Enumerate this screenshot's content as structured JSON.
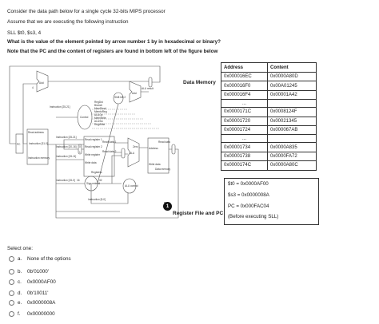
{
  "question": {
    "line1": "Consider the data path below for a single cycle 32-bits MIPS processor",
    "line2": "Assume that we are executing the following instruction",
    "line3": "SLL $t0, $s3, 4",
    "line4": "What is the value of the element pointed by arrow number 1 by in hexadecimal or binary?",
    "line5": "Note that the PC and the content of registers are found in bottom left of the figure below"
  },
  "labels": {
    "data_memory": "Data Memory",
    "register_file_pc": "Register File and PC",
    "arrow_number": "1"
  },
  "memory_table": {
    "headers": [
      "Address",
      "Content"
    ],
    "rows": [
      [
        "0x000016EC",
        "0x0000A80D"
      ],
      [
        "0x000016F0",
        "0x00A01245"
      ],
      [
        "0x000016F4",
        "0x00001A42"
      ],
      [
        "...",
        ""
      ],
      [
        "0x0000171C",
        "0x0008124F"
      ],
      [
        "0x00001720",
        "0x00021345"
      ],
      [
        "0x00001724",
        "0x000067AB"
      ],
      [
        "...",
        ""
      ],
      [
        "0x00001734",
        "0x0000A835"
      ],
      [
        "0x00001738",
        "0x0000FA72"
      ],
      [
        "0x0000174C",
        "0x0000A80C"
      ]
    ]
  },
  "registers": {
    "t0": "$t0 = 0x0000AF00",
    "s3": "$s3 = 0x0000008A",
    "pc": "PC = 0x000FAC04",
    "note": "(Before executing SLL)"
  },
  "diagram_text": {
    "pc": "PC",
    "add1": "Add",
    "add2": "Add",
    "alu_result": "ALU result",
    "shift": "Shift left 2",
    "read_address": "Read address",
    "instruction": "Instruction [31-0]",
    "instr_memory": "Instruction memory",
    "instr_25_21": "Instruction [25-21]",
    "instr_20_16": "Instruction [20-16]",
    "instr_15_11": "Instruction [15-11]",
    "instr_15_0": "Instruction [15-0]",
    "instr_5_0": "Instruction [5-0]",
    "read_reg1": "Read register 1",
    "read_reg2": "Read register 2",
    "write_reg": "Write register",
    "write_data": "Write data",
    "read_data1": "Read data 1",
    "read_data2": "Read data 2",
    "registers": "Registers",
    "sign_extend": "Sign extend",
    "alu": "ALU",
    "zero": "Zero",
    "alu_control": "ALU control",
    "address": "Address",
    "read_data": "Read data",
    "write_data_mem": "Write data",
    "data_memory": "Data memory",
    "control": "Control",
    "reg_dst": "RegDst",
    "branch": "Branch",
    "mem_read": "MemRead",
    "mem_to_reg": "MemtoReg",
    "alu_op": "ALUOp",
    "mem_write": "MemWrite",
    "alu_src": "ALUSrc",
    "reg_write": "RegWrite",
    "d4": "4",
    "d16": "16",
    "d32": "32",
    "m0": "0",
    "m1": "1"
  },
  "select_label": "Select one:",
  "options": [
    {
      "letter": "a.",
      "text": "None of the options"
    },
    {
      "letter": "b.",
      "text": "0b'01000'"
    },
    {
      "letter": "c.",
      "text": "0x0000AF00"
    },
    {
      "letter": "d.",
      "text": "0b'10011'"
    },
    {
      "letter": "e.",
      "text": "0x0000008A"
    },
    {
      "letter": "f.",
      "text": "0x00000000"
    }
  ]
}
